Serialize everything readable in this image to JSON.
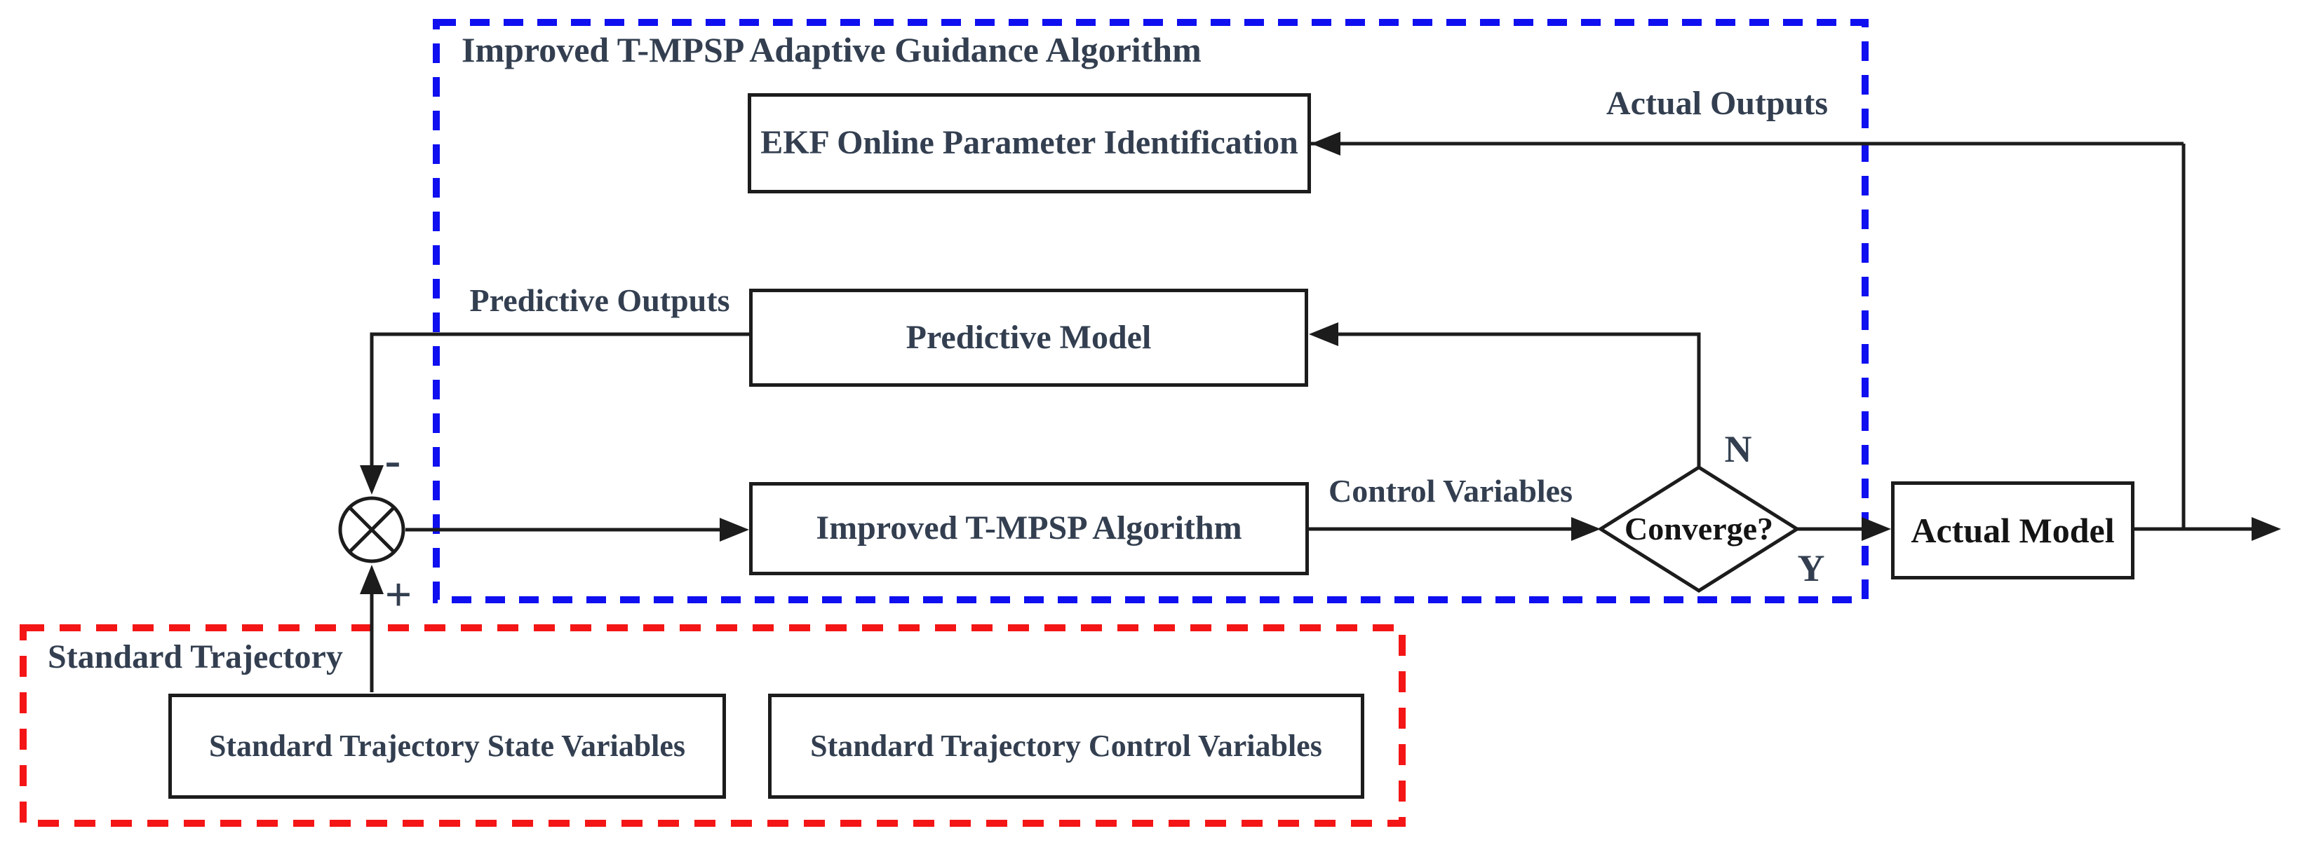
{
  "figure": {
    "type": "flowchart",
    "groups": {
      "algorithm": {
        "label": "Improved T-MPSP Adaptive Guidance Algorithm",
        "border_color": "#0f0ff0",
        "border_style": "dashed"
      },
      "standard_trajectory": {
        "label": "Standard Trajectory",
        "border_color": "#f41616",
        "border_style": "dashed"
      }
    },
    "nodes": {
      "ekf": {
        "label": "EKF Online Parameter Identification",
        "shape": "rect"
      },
      "predictive_model": {
        "label": "Predictive Model",
        "shape": "rect"
      },
      "improved_tmpsp": {
        "label": "Improved T-MPSP Algorithm",
        "shape": "rect"
      },
      "converge": {
        "label": "Converge?",
        "shape": "diamond"
      },
      "actual_model": {
        "label": "Actual Model",
        "shape": "rect"
      },
      "std_state_vars": {
        "label": "Standard Trajectory State Variables",
        "shape": "rect"
      },
      "std_control_vars": {
        "label": "Standard Trajectory Control Variables",
        "shape": "rect"
      },
      "summing_junction": {
        "label": "",
        "shape": "circle-cross"
      }
    },
    "edge_labels": {
      "actual_outputs": "Actual Outputs",
      "predictive_outputs": "Predictive Outputs",
      "control_variables": "Control Variables"
    },
    "decision": {
      "no": "N",
      "yes": "Y"
    },
    "signs": {
      "plus": "+",
      "minus": "-"
    },
    "edges": [
      {
        "from": "actual_model",
        "to": "ekf",
        "label": "Actual Outputs"
      },
      {
        "from": "converge",
        "to": "predictive_model",
        "branch": "N"
      },
      {
        "from": "predictive_model",
        "to": "summing_junction",
        "label": "Predictive Outputs",
        "sign": "-"
      },
      {
        "from": "std_state_vars",
        "to": "summing_junction",
        "sign": "+"
      },
      {
        "from": "summing_junction",
        "to": "improved_tmpsp"
      },
      {
        "from": "improved_tmpsp",
        "to": "converge",
        "label": "Control Variables"
      },
      {
        "from": "converge",
        "to": "actual_model",
        "branch": "Y"
      },
      {
        "from": "actual_model",
        "to": "output"
      }
    ],
    "colors": {
      "line": "#1c1c1c",
      "text": "#333f50",
      "plain_text": "#141414",
      "blue_box": "#0f0ff0",
      "red_box": "#f41616",
      "background": "#ffffff"
    }
  }
}
